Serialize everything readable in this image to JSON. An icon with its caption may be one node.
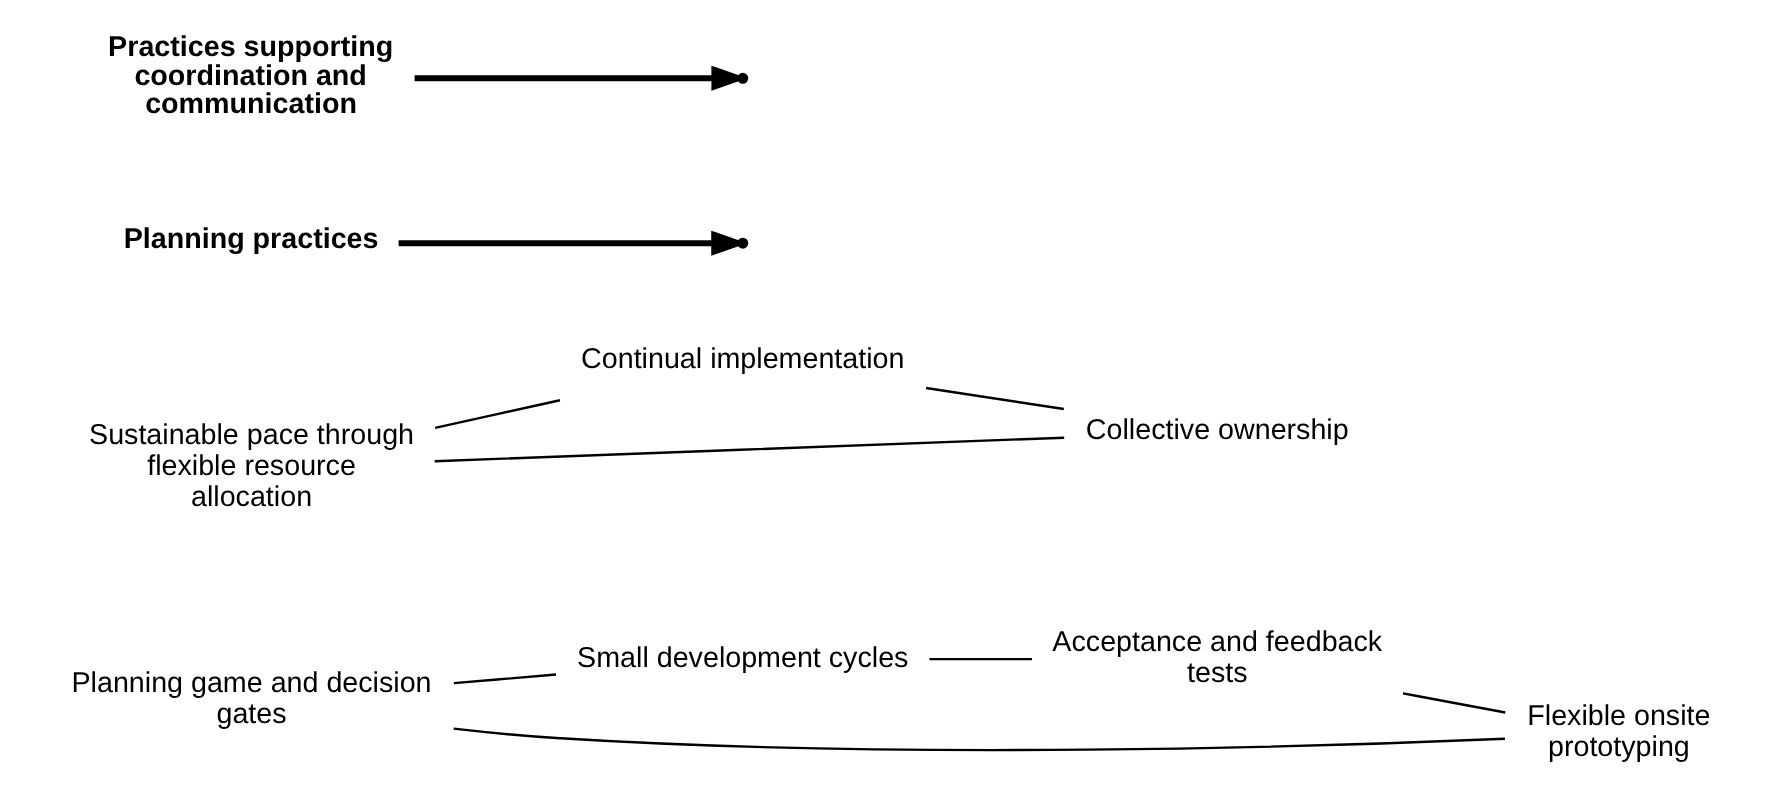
{
  "diagram": {
    "nodes": [
      {
        "text": [
          "Planning game and decision gates"
        ]
      },
      {
        "text": [
          "Small development cycles"
        ]
      },
      {
        "text": [
          "Acceptance and feedback tests"
        ]
      },
      {
        "text": [
          "Flexible onsite prototyping"
        ]
      },
      {
        "text": [
          "Sustainable pace through flexible resource allocation"
        ]
      },
      {
        "text": [
          "Continual implementation"
        ]
      },
      {
        "text": [
          "Collective ownership"
        ]
      },
      {
        "text": [
          "Planning practices"
        ]
      },
      {
        "text": [
          "Practices supporting coordination and communication"
        ]
      }
    ],
    "edges": [
      {
        "from": 0,
        "to": 1,
        "arrow": "none"
      },
      {
        "from": 1,
        "to": 2,
        "arrow": "none"
      },
      {
        "from": 2,
        "to": 3,
        "arrow": "none"
      },
      {
        "from": 3,
        "to": 0,
        "arrow": "none"
      },
      {
        "from": 4,
        "to": 5,
        "arrow": "none"
      },
      {
        "from": 5,
        "to": 6,
        "arrow": "none"
      },
      {
        "from": 6,
        "to": 4,
        "arrow": "none"
      },
      {
        "from": 7,
        "to": null,
        "arrow": "to",
        "style": "thick"
      },
      {
        "from": 8,
        "to": null,
        "arrow": "to",
        "style": "thick"
      }
    ]
  }
}
